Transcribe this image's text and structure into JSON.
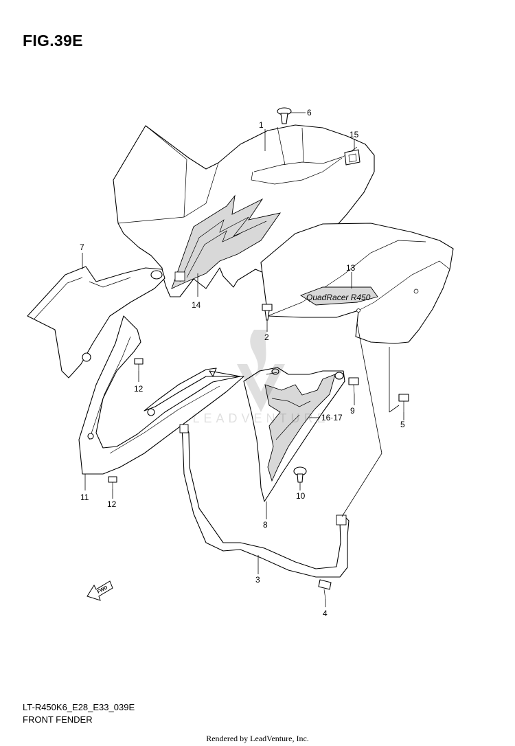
{
  "figure_label": "FIG.39E",
  "callouts": {
    "c1": "1",
    "c2": "2",
    "c3": "3",
    "c4": "4",
    "c5": "5",
    "c6": "6",
    "c7": "7",
    "c8": "8",
    "c9": "9",
    "c10": "10",
    "c11": "11",
    "c12a": "12",
    "c12b": "12",
    "c13": "13",
    "c14": "14",
    "c15": "15",
    "c16_17": "16·17"
  },
  "decal_text": "QuadRacer R450",
  "fwd_label": "FWD",
  "footer": {
    "model_code": "LT-R450K6_E28_E33_039E",
    "section_name": "FRONT FENDER",
    "rendered_by": "Rendered by LeadVenture, Inc."
  },
  "watermark_text": "LEADVENTURE"
}
